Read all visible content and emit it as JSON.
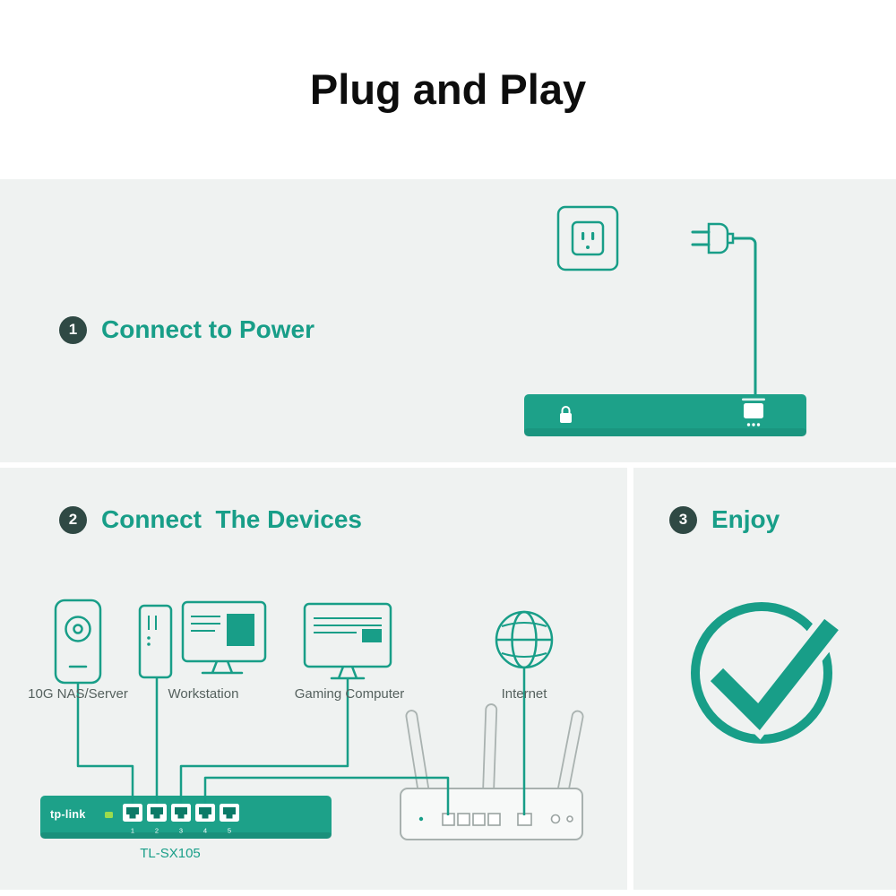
{
  "title": "Plug and Play",
  "steps": [
    {
      "num": "1",
      "label": "Connect to Power"
    },
    {
      "num": "2",
      "label": "Connect  The Devices"
    },
    {
      "num": "3",
      "label": "Enjoy"
    }
  ],
  "devices": [
    {
      "name": "nas",
      "label": "10G NAS/Server"
    },
    {
      "name": "workstation",
      "label": "Workstation"
    },
    {
      "name": "gaming-computer",
      "label": "Gaming Computer"
    },
    {
      "name": "internet",
      "label": "Internet"
    }
  ],
  "switch": {
    "brand": "tp-link",
    "model": "TL-SX105",
    "ports": [
      "1",
      "2",
      "3",
      "4",
      "5"
    ]
  },
  "colors": {
    "accent": "#189E88",
    "switch_fill": "#1DA189",
    "panel_bg": "#EFF2F1",
    "badge_bg": "#2F4944",
    "label_text": "#55615E",
    "title_text": "#0D0D0D",
    "led_green": "#9BDB4D"
  }
}
